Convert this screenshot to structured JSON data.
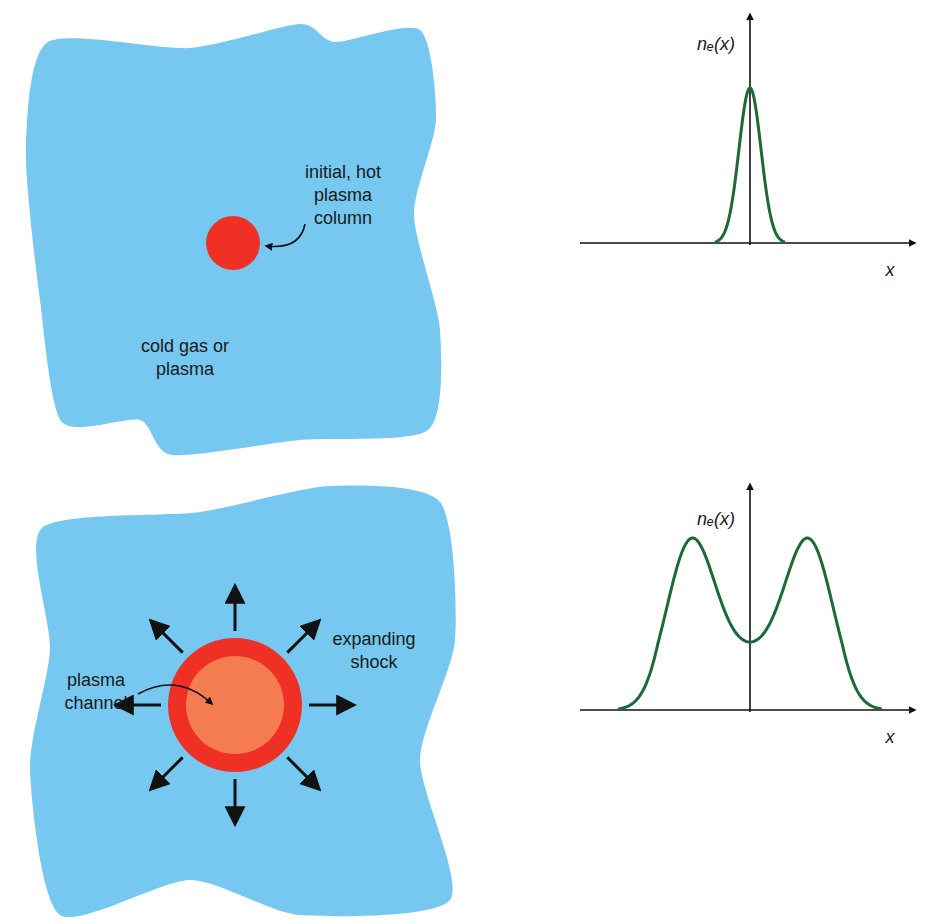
{
  "diagram": {
    "labels": [
      "initial, hot plasma column",
      "cold gas or plasma",
      "nₑ(x)",
      "x",
      "plasma channel",
      "expanding shock",
      "nₑ(x)",
      "x"
    ]
  }
}
